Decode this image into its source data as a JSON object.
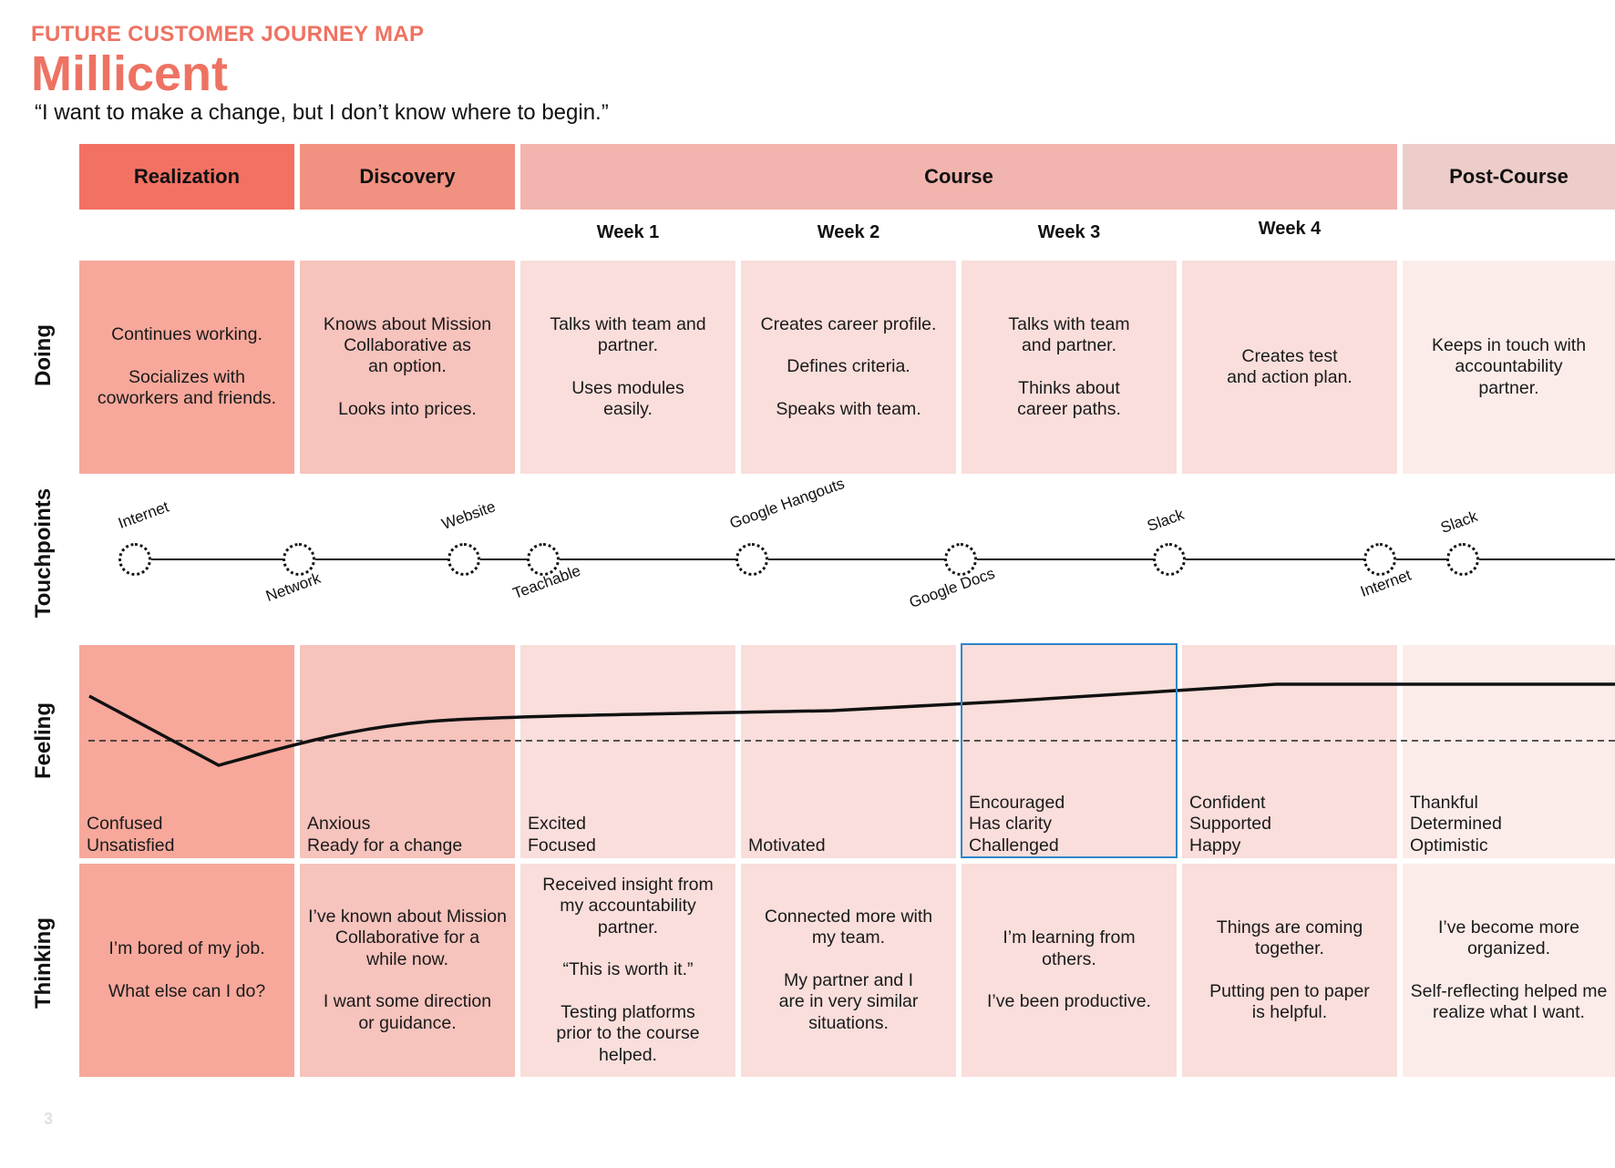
{
  "header": {
    "kicker": "FUTURE CUSTOMER JOURNEY MAP",
    "title": "Millicent",
    "quote": "“I want to make a change, but I don’t know where to begin.”"
  },
  "phases": [
    {
      "label": "Realization",
      "color": "#f37162"
    },
    {
      "label": "Discovery",
      "color": "#f19181"
    },
    {
      "label": "Course",
      "color": "#f2b4ae"
    },
    {
      "label": "Post-Course",
      "color": "#edcdc9"
    }
  ],
  "weeks": [
    "Week 1",
    "Week 2",
    "Week 3",
    "Week 4"
  ],
  "row_labels": {
    "doing": "Doing",
    "touchpoints": "Touchpoints",
    "feeling": "Feeling",
    "thinking": "Thinking"
  },
  "column_colors": [
    "#f7a89b",
    "#f6c3bd",
    "#f9dedb",
    "#f9dedb",
    "#f9dedb",
    "#f9dedb",
    "#fbece9"
  ],
  "doing": [
    "Continues working.\n\nSocializes with\ncoworkers and friends.",
    "Knows about Mission\nCollaborative as\nan option.\n\nLooks into prices.",
    "Talks with team and\npartner.\n\nUses modules\neasily.",
    "Creates career profile.\n\nDefines criteria.\n\nSpeaks with team.",
    "Talks with team\nand partner.\n\nThinks about\ncareer paths.",
    "Creates test\nand action plan.",
    "Keeps in touch with\naccountability\npartner."
  ],
  "touchpoints": [
    {
      "label": "Internet",
      "placement": "above"
    },
    {
      "label": "Network",
      "placement": "below"
    },
    {
      "label": "Website",
      "placement": "above"
    },
    {
      "label": "Teachable",
      "placement": "below"
    },
    {
      "label": "Google Hangouts",
      "placement": "above"
    },
    {
      "label": "Google Docs",
      "placement": "below"
    },
    {
      "label": "Slack",
      "placement": "above"
    },
    {
      "label": "Internet",
      "placement": "below"
    },
    {
      "label": "Slack",
      "placement": "above"
    }
  ],
  "feeling": [
    "Confused\nUnsatisfied",
    "Anxious\nReady for a change",
    "Excited\nFocused",
    "Motivated",
    "Encouraged\nHas clarity\nChallenged",
    "Confident\nSupported\nHappy",
    "Thankful\nDetermined\nOptimistic"
  ],
  "feeling_highlight_column": 4,
  "highlight_color": "#2e86c9",
  "thinking": [
    "I’m bored of my job.\n\nWhat else can I do?",
    "I’ve known about Mission\nCollaborative for a\nwhile now.\n\nI want some direction\nor guidance.",
    "Received insight from\nmy accountability\npartner.\n\n“This is worth it.”\n\nTesting platforms\nprior to the course\nhelped.",
    "Connected more with\nmy team.\n\nMy partner and I\nare in very similar\nsituations.",
    "I’m learning from\nothers.\n\nI’ve been productive.",
    "Things are coming\ntogether.\n\nPutting pen to paper\nis helpful.",
    "I’ve become more\norganized.\n\nSelf-reflecting helped me\nrealize what I want."
  ],
  "page_number": "3"
}
